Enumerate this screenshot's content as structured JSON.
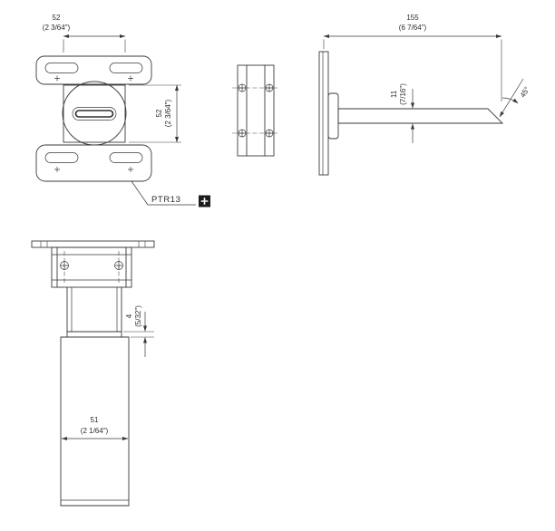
{
  "product": {
    "code": "PTR13",
    "badge_icon": "plus",
    "badge_color": "#1c1c1c"
  },
  "front_view": {
    "width": {
      "mm": "52",
      "inch": "(2 3/64\")"
    },
    "height": {
      "mm": "52",
      "inch": "(2 3/64\")"
    }
  },
  "side_view": {
    "length": {
      "mm": "155",
      "inch": "(6 7/64\")"
    },
    "spout_height": {
      "mm": "11",
      "inch": "(7/16\")"
    },
    "tip_angle": "45°"
  },
  "top_view": {
    "offset": {
      "mm": "4",
      "inch": "(5/32\")"
    },
    "spout_width": {
      "mm": "51",
      "inch": "(2 1/64\")"
    }
  }
}
